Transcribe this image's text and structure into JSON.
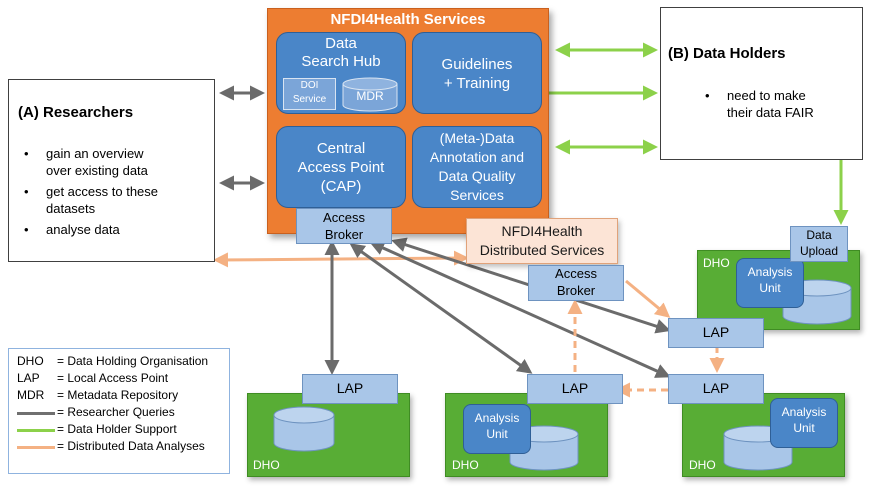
{
  "services": {
    "title": "NFDI4Health Services",
    "data_search_hub": "Data\nSearch Hub",
    "doi_service": "DOI\nService",
    "mdr": "MDR",
    "guidelines": "Guidelines\n+ Training",
    "cap": "Central\nAccess Point\n(CAP)",
    "annotation": "(Meta-)Data\nAnnotation and\nData Quality\nServices",
    "access_broker": "Access\nBroker"
  },
  "researchers": {
    "title": "(A) Researchers",
    "bullets": [
      "gain an overview\nover existing data",
      "get access to these\ndatasets",
      "analyse data"
    ]
  },
  "data_holders": {
    "title": "(B) Data Holders",
    "bullets": [
      "need to make\ntheir data FAIR"
    ]
  },
  "distributed": {
    "title": "NFDI4Health\nDistributed Services",
    "access_broker": "Access\nBroker"
  },
  "data_upload": "Data\nUpload",
  "dho_label": "DHO",
  "lap_label": "LAP",
  "analysis_unit": "Analysis\nUnit",
  "legend": {
    "items": [
      {
        "abbr": "DHO",
        "text": "= Data Holding Organisation"
      },
      {
        "abbr": "LAP",
        "text": "= Local Access Point"
      },
      {
        "abbr": "MDR",
        "text": "= Metadata Repository"
      },
      {
        "line_color": "#707070",
        "text": "= Researcher Queries"
      },
      {
        "line_color": "#8cd14a",
        "text": "= Data Holder Support"
      },
      {
        "line_color": "#f4b183",
        "text": "= Distributed Data Analyses"
      }
    ]
  },
  "colors": {
    "orange": "#ed7d31",
    "blue": "#4a86c8",
    "light_blue": "#a9c6e8",
    "green": "#58ad35",
    "gray_arrow": "#707070",
    "green_arrow": "#8cd14a",
    "peach_arrow": "#f4b183"
  }
}
